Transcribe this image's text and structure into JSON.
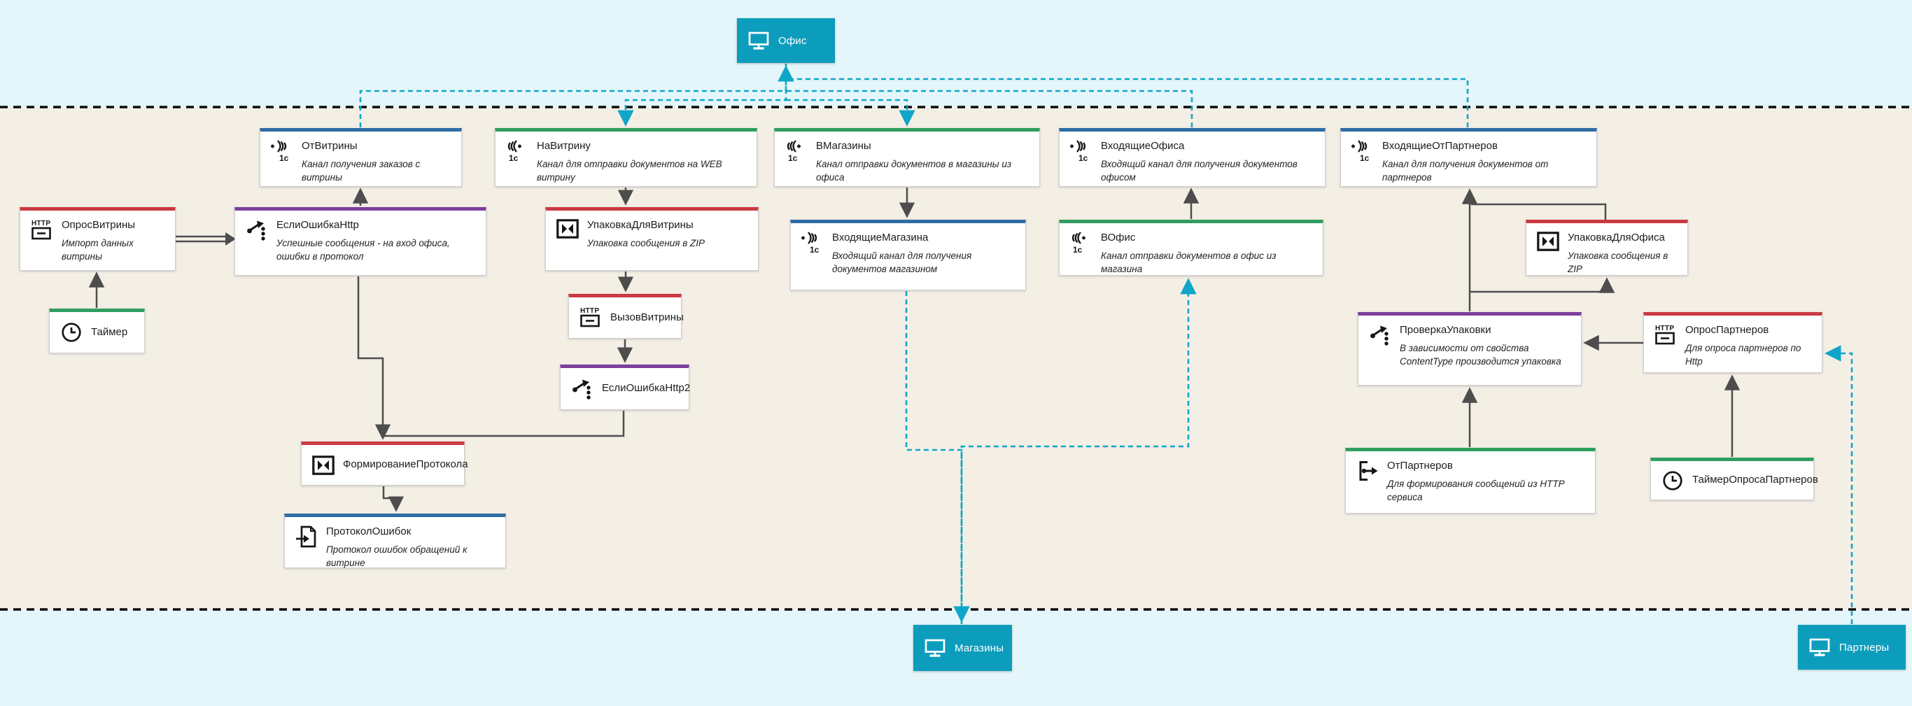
{
  "diagram": {
    "systems": [
      {
        "id": "office",
        "label": "Офис"
      },
      {
        "id": "shops",
        "label": "Магазины"
      },
      {
        "id": "partners",
        "label": "Партнеры"
      }
    ],
    "nodes": [
      {
        "id": "otVitriny",
        "title": "ОтВитрины",
        "desc": "Канал получения заказов с витрины",
        "icon": "channel-in-1c",
        "accent": "blue"
      },
      {
        "id": "naVitrinu",
        "title": "НаВитрину",
        "desc": "Канал для отправки документов на WEB витрину",
        "icon": "channel-out-1c",
        "accent": "green"
      },
      {
        "id": "vMagaziny",
        "title": "ВМагазины",
        "desc": "Канал отправки документов в магазины из офиса",
        "icon": "channel-out-1c",
        "accent": "green"
      },
      {
        "id": "vhodyashchieOfisa",
        "title": "ВходящиеОфиса",
        "desc": "Входящий канал для получения документов офисом",
        "icon": "channel-in-1c",
        "accent": "blue"
      },
      {
        "id": "vhodyashchieOtPartnerov",
        "title": "ВходящиеОтПартнеров",
        "desc": "Канал для получения документов от партнеров",
        "icon": "channel-in-1c",
        "accent": "blue"
      },
      {
        "id": "oprosVitriny",
        "title": "ОпросВитрины",
        "desc": "Импорт данных витрины",
        "icon": "http",
        "accent": "red"
      },
      {
        "id": "esliOshibkaHttp",
        "title": "ЕслиОшибкаHttp",
        "desc": "Успешные сообщения - на вход офиса, ошибки в протокол",
        "icon": "branch",
        "accent": "purple"
      },
      {
        "id": "upakovkaDlyaVitriny",
        "title": "УпаковкаДляВитрины",
        "desc": "Упаковка сообщения в ZIP",
        "icon": "zip",
        "accent": "red"
      },
      {
        "id": "vhodyashchieMagazina",
        "title": "ВходящиеМагазина",
        "desc": "Входящий канал для получения документов магазином",
        "icon": "channel-in-1c",
        "accent": "blue"
      },
      {
        "id": "vOfis",
        "title": "ВОфис",
        "desc": "Канал отправки документов в офис из магазина",
        "icon": "channel-out-1c",
        "accent": "green"
      },
      {
        "id": "upakovkaDlyaOfisa",
        "title": "УпаковкаДляОфиса",
        "desc": "Упаковка сообщения в ZIP",
        "icon": "zip",
        "accent": "red"
      },
      {
        "id": "taymer",
        "title": "Таймер",
        "desc": "",
        "icon": "clock",
        "accent": "green"
      },
      {
        "id": "vyzovVitriny",
        "title": "ВызовВитрины",
        "desc": "",
        "icon": "http",
        "accent": "red"
      },
      {
        "id": "esliOshibkaHttp2",
        "title": "ЕслиОшибкаHttp2",
        "desc": "",
        "icon": "branch",
        "accent": "purple"
      },
      {
        "id": "proverkaUpakovki",
        "title": "ПроверкаУпаковки",
        "desc": "В зависимости от свойства ContentType производится упаковка",
        "icon": "branch",
        "accent": "purple"
      },
      {
        "id": "oprosPartnerov",
        "title": "ОпросПартнеров",
        "desc": "Для опроса партнеров по Http",
        "icon": "http",
        "accent": "red"
      },
      {
        "id": "formirovanieProtokola",
        "title": "ФормированиеПротокола",
        "desc": "",
        "icon": "zip",
        "accent": "red"
      },
      {
        "id": "protokolOshibok",
        "title": "ПротоколОшибок",
        "desc": "Протокол ошибок обращений к витрине",
        "icon": "file-in",
        "accent": "blue"
      },
      {
        "id": "otPartnerov",
        "title": "ОтПартнеров",
        "desc": "Для формирования сообщений из HTTP сервиса",
        "icon": "service-out",
        "accent": "green"
      },
      {
        "id": "taymerOprosaPartnerov",
        "title": "ТаймерОпросаПартнеров",
        "desc": "",
        "icon": "clock",
        "accent": "green"
      }
    ],
    "colors": {
      "accent_blue": "#2e6da4",
      "accent_green": "#2f9e5f",
      "accent_red": "#cb3a42",
      "accent_purple": "#7b3f9b",
      "system_teal": "#0d9dbc",
      "link_dark": "#4d4d4d",
      "link_cross_cyan": "#0fa6c9",
      "zone_outer_bg": "#e4f6fa",
      "zone_inner_bg": "#f4efe5"
    }
  }
}
